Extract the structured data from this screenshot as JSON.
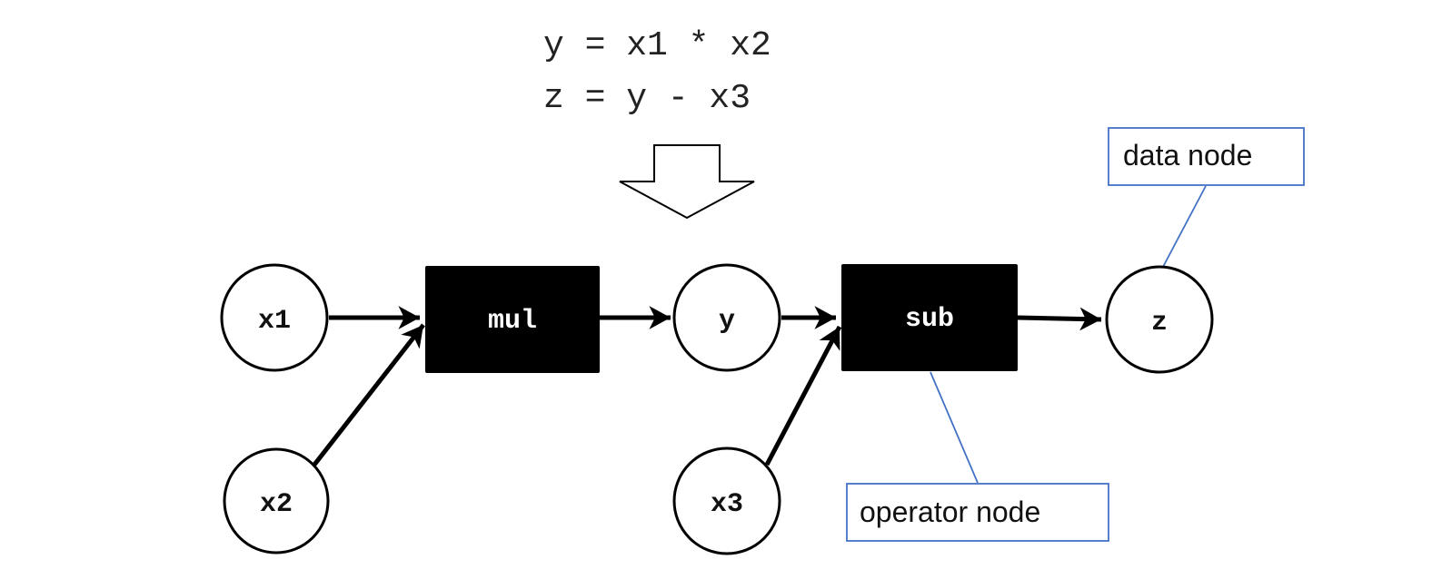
{
  "code": {
    "line1": "y = x1 * x2",
    "line2": "z = y - x3"
  },
  "nodes": {
    "x1": "x1",
    "x2": "x2",
    "mul": "mul",
    "y": "y",
    "x3": "x3",
    "sub": "sub",
    "z": "z"
  },
  "callouts": {
    "data_node": "data node",
    "operator_node": "operator node"
  },
  "colors": {
    "operator_fill": "#000000",
    "data_fill": "#ffffff",
    "callout_border": "#4472c4",
    "edge": "#000000"
  }
}
